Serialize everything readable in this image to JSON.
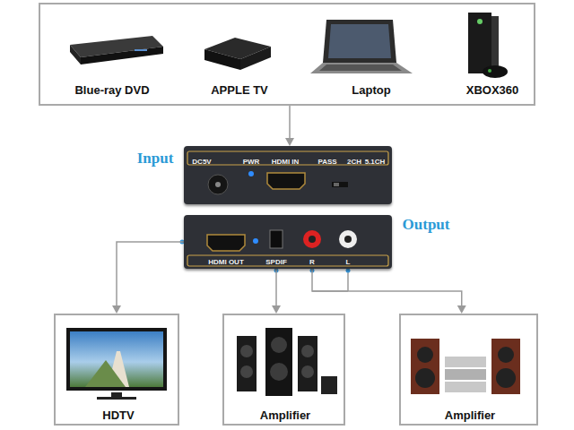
{
  "diagram": {
    "nodes": [
      {
        "text": [
          "Blue-ray DVD",
          "APPLE TV",
          "Laptop",
          "XBOX360"
        ]
      },
      {
        "text": [
          "Input",
          "DC5V",
          "PWR",
          "HDMI IN",
          "PASS",
          "2CH",
          "5.1CH"
        ]
      },
      {
        "text": [
          "Output",
          "HDMI OUT",
          "SPDIF",
          "R",
          "L"
        ]
      },
      {
        "text": [
          "HDTV"
        ]
      },
      {
        "text": [
          "Amplifier"
        ]
      },
      {
        "text": [
          "Amplifier"
        ]
      }
    ],
    "edges": [
      {
        "from": 0,
        "to": 1,
        "arrow": "to"
      },
      {
        "from": 2,
        "to": 3,
        "arrow": "to"
      },
      {
        "from": 2,
        "to": 4,
        "arrow": "to"
      },
      {
        "from": 2,
        "to": 5,
        "arrow": "to"
      }
    ]
  }
}
